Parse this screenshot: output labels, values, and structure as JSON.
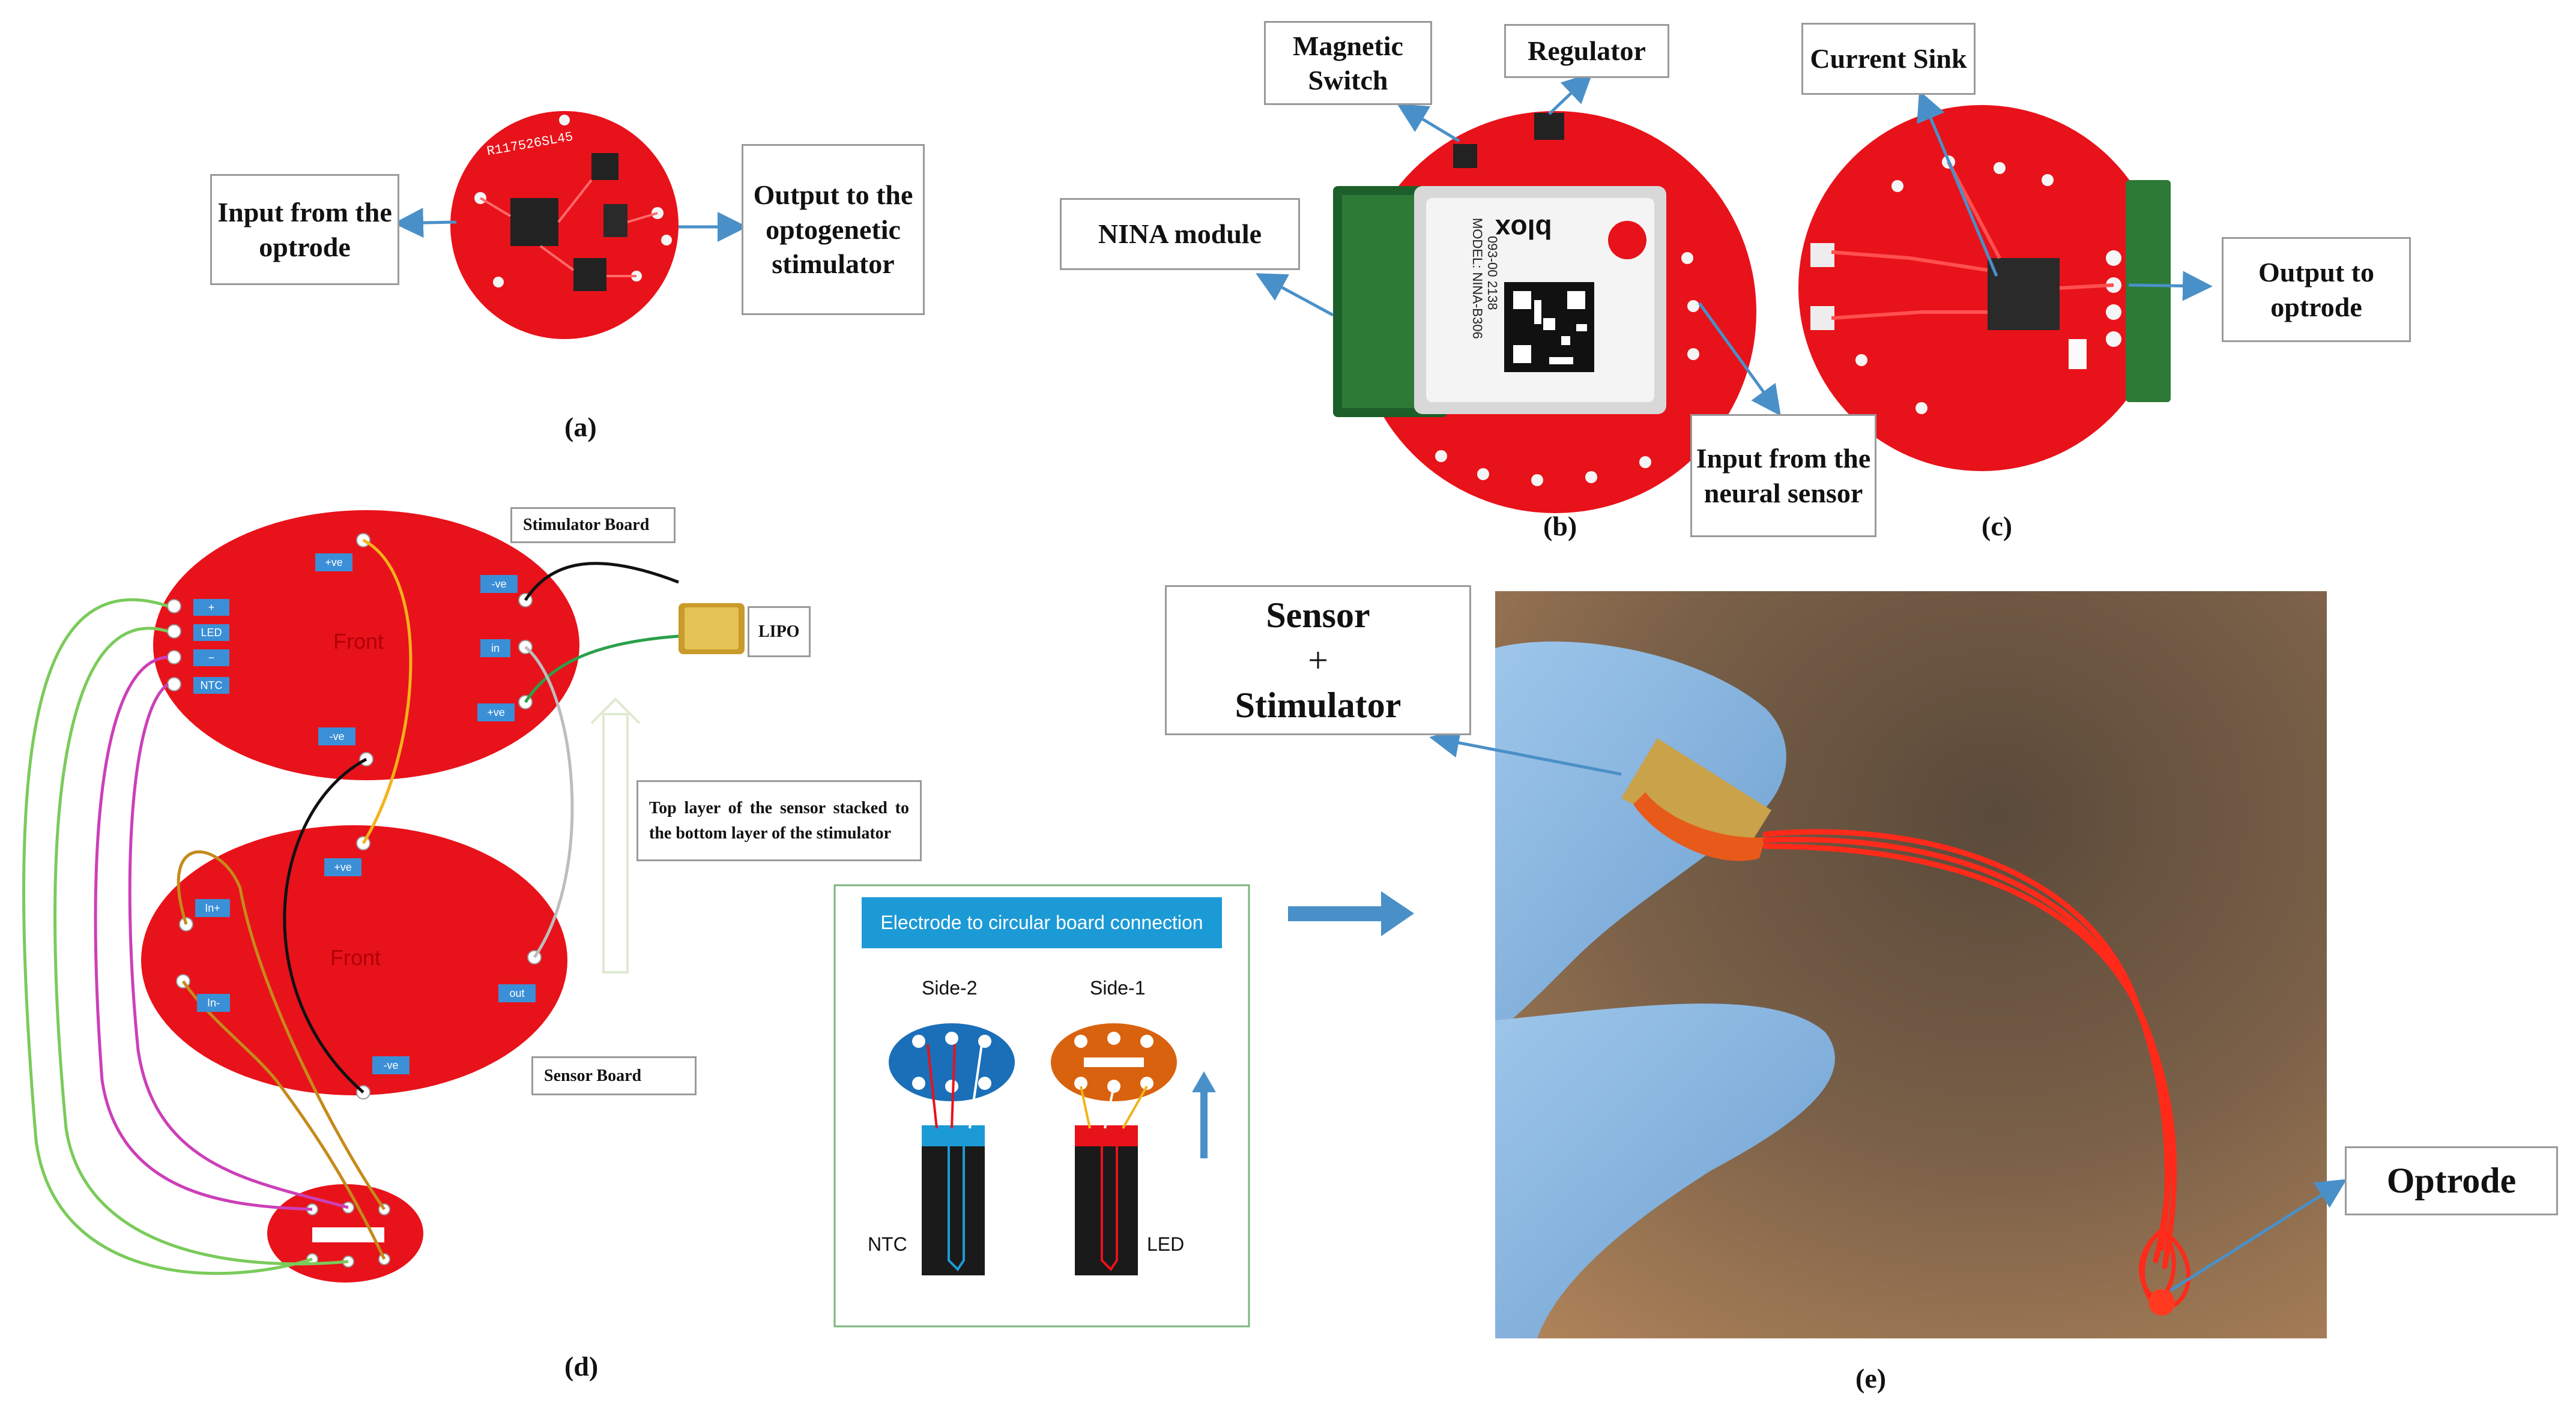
{
  "panels": {
    "a": "(a)",
    "b": "(b)",
    "c": "(c)",
    "d": "(d)",
    "e": "(e)"
  },
  "panel_a": {
    "input_label": "Input from the optrode",
    "output_label": "Output to the optogenetic stimulator",
    "board_text": "R117526SL45"
  },
  "panel_b": {
    "magnetic_switch": "Magnetic Switch",
    "regulator": "Regulator",
    "nina_module": "NINA module",
    "input_neural": "Input from the neural sensor",
    "module_brand": "blox",
    "module_model": "MODEL: NINA-B306",
    "module_code": "093-00 2138"
  },
  "panel_c": {
    "current_sink": "Current Sink",
    "output_optrode": "Output to optrode"
  },
  "panel_d": {
    "stimulator_board": "Stimulator Board",
    "sensor_board": "Sensor Board",
    "lipo": "LIPO",
    "stack_note": "Top layer of the sensor stacked to the bottom layer of the stimulator",
    "front_top": "Front",
    "front_bottom": "Front",
    "pads_top_left": [
      "+",
      "LED",
      "−",
      "NTC"
    ],
    "pad_top_ve1": "+ve",
    "pad_top_ve2": "-ve",
    "pad_top_in": "in",
    "pad_top_ve3": "+ve",
    "pad_top_ve4": "-ve",
    "pad_bot_ve1": "+ve",
    "pad_bot_in_plus": "In+",
    "pad_bot_in_minus": "In-",
    "pad_bot_out": "out",
    "pad_bot_ve2": "-ve"
  },
  "electrode": {
    "title": "Electrode to circular board connection",
    "side2": "Side-2",
    "side1": "Side-1",
    "ntc": "NTC",
    "led": "LED"
  },
  "panel_e": {
    "sensor_stimulator": [
      "Sensor",
      "+",
      "Stimulator"
    ],
    "optrode": "Optrode"
  },
  "colors": {
    "board_red": "#e8121a",
    "arrow_blue": "#4a90c8",
    "pad_blue": "#3b8fd6",
    "electrode_blue": "#1a6fb8",
    "electrode_orange": "#d9620f",
    "title_bar": "#1c9ad6"
  }
}
